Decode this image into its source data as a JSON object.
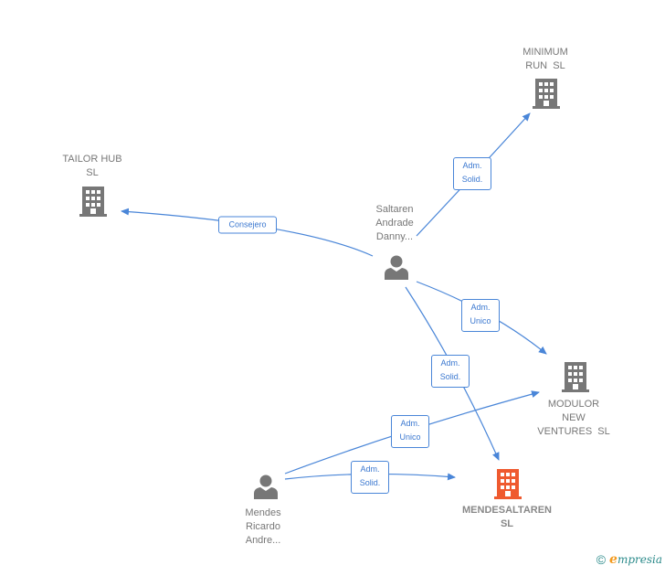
{
  "nodes": {
    "minimum_run": {
      "label": "MINIMUM\nRUN  SL"
    },
    "tailor_hub": {
      "label": "TAILOR HUB\nSL"
    },
    "saltaren": {
      "label": "Saltaren\nAndrade\nDanny..."
    },
    "modulor": {
      "label": "MODULOR\nNEW\nVENTURES  SL"
    },
    "mendesaltaren": {
      "label": "MENDESALTAREN\nSL"
    },
    "mendes": {
      "label": "Mendes\nRicardo\nAndre..."
    }
  },
  "edges": {
    "saltaren_minimum": "Adm.\nSolid.",
    "saltaren_tailor": "Consejero",
    "saltaren_modulor": "Adm.\nUnico",
    "saltaren_mendesaltaren": "Adm.\nSolid.",
    "mendes_modulor": "Adm.\nUnico",
    "mendes_mendesaltaren": "Adm.\nSolid."
  },
  "colors": {
    "edge": "#4a86d8",
    "company": "#777777",
    "main_company": "#ef5a2f",
    "person": "#777777"
  },
  "footer": {
    "copyright": "©",
    "brand_initial": "e",
    "brand_rest": "mpresia"
  }
}
